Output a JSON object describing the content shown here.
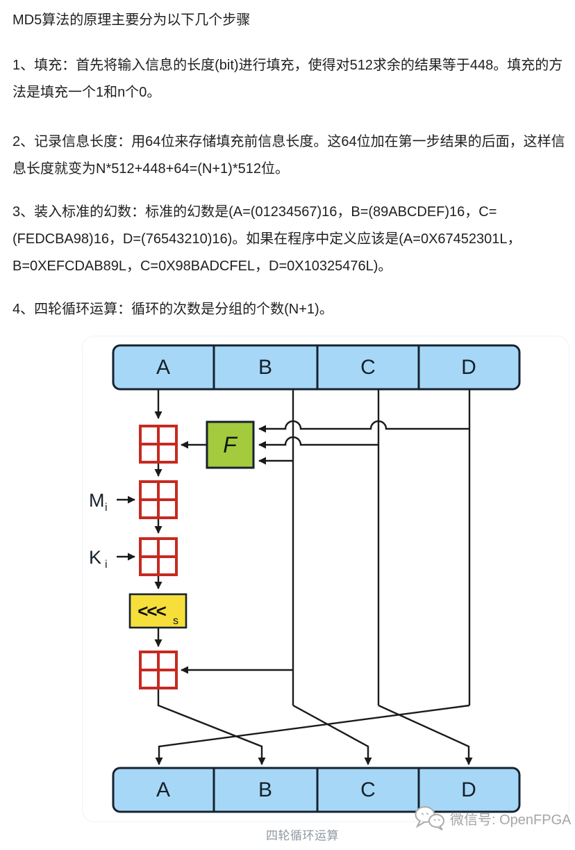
{
  "content": {
    "title": "MD5算法的原理主要分为以下几个步骤",
    "paragraphs": [
      "1、填充：首先将输入信息的长度(bit)进行填充，使得对512求余的结果等于448。填充的方法是填充一个1和n个0。",
      "2、记录信息长度：用64位来存储填充前信息长度。这64位加在第一步结果的后面，这样信息长度就变为N*512+448+64=(N+1)*512位。",
      "3、装入标准的幻数：标准的幻数是(A=(01234567)16，B=(89ABCDEF)16，C=(FEDCBA98)16，D=(76543210)16)。如果在程序中定义应该是(A=0X67452301L，B=0XEFCDAB89L，C=0X98BADCFEL，D=0X10325476L)。",
      "4、四轮循环运算：循环的次数是分组的个数(N+1)。"
    ]
  },
  "figure": {
    "caption": "四轮循环运算",
    "watermark_text": "微信号: OpenFPGA",
    "registers_top": [
      "A",
      "B",
      "C",
      "D"
    ],
    "registers_bottom": [
      "A",
      "B",
      "C",
      "D"
    ],
    "function_label": "F",
    "rotate_label": "<<<",
    "rotate_subscript": "s",
    "message_input": {
      "base": "M",
      "sub": "i"
    },
    "constant_input": {
      "base": "K",
      "sub": "i"
    },
    "colors": {
      "register_fill": "#a7d7f6",
      "function_fill": "#a4ca3e",
      "rotate_fill": "#f6df3a",
      "adder_stroke": "#c52a21",
      "line": "#1a1a1a",
      "box_stroke": "#16222e"
    }
  }
}
